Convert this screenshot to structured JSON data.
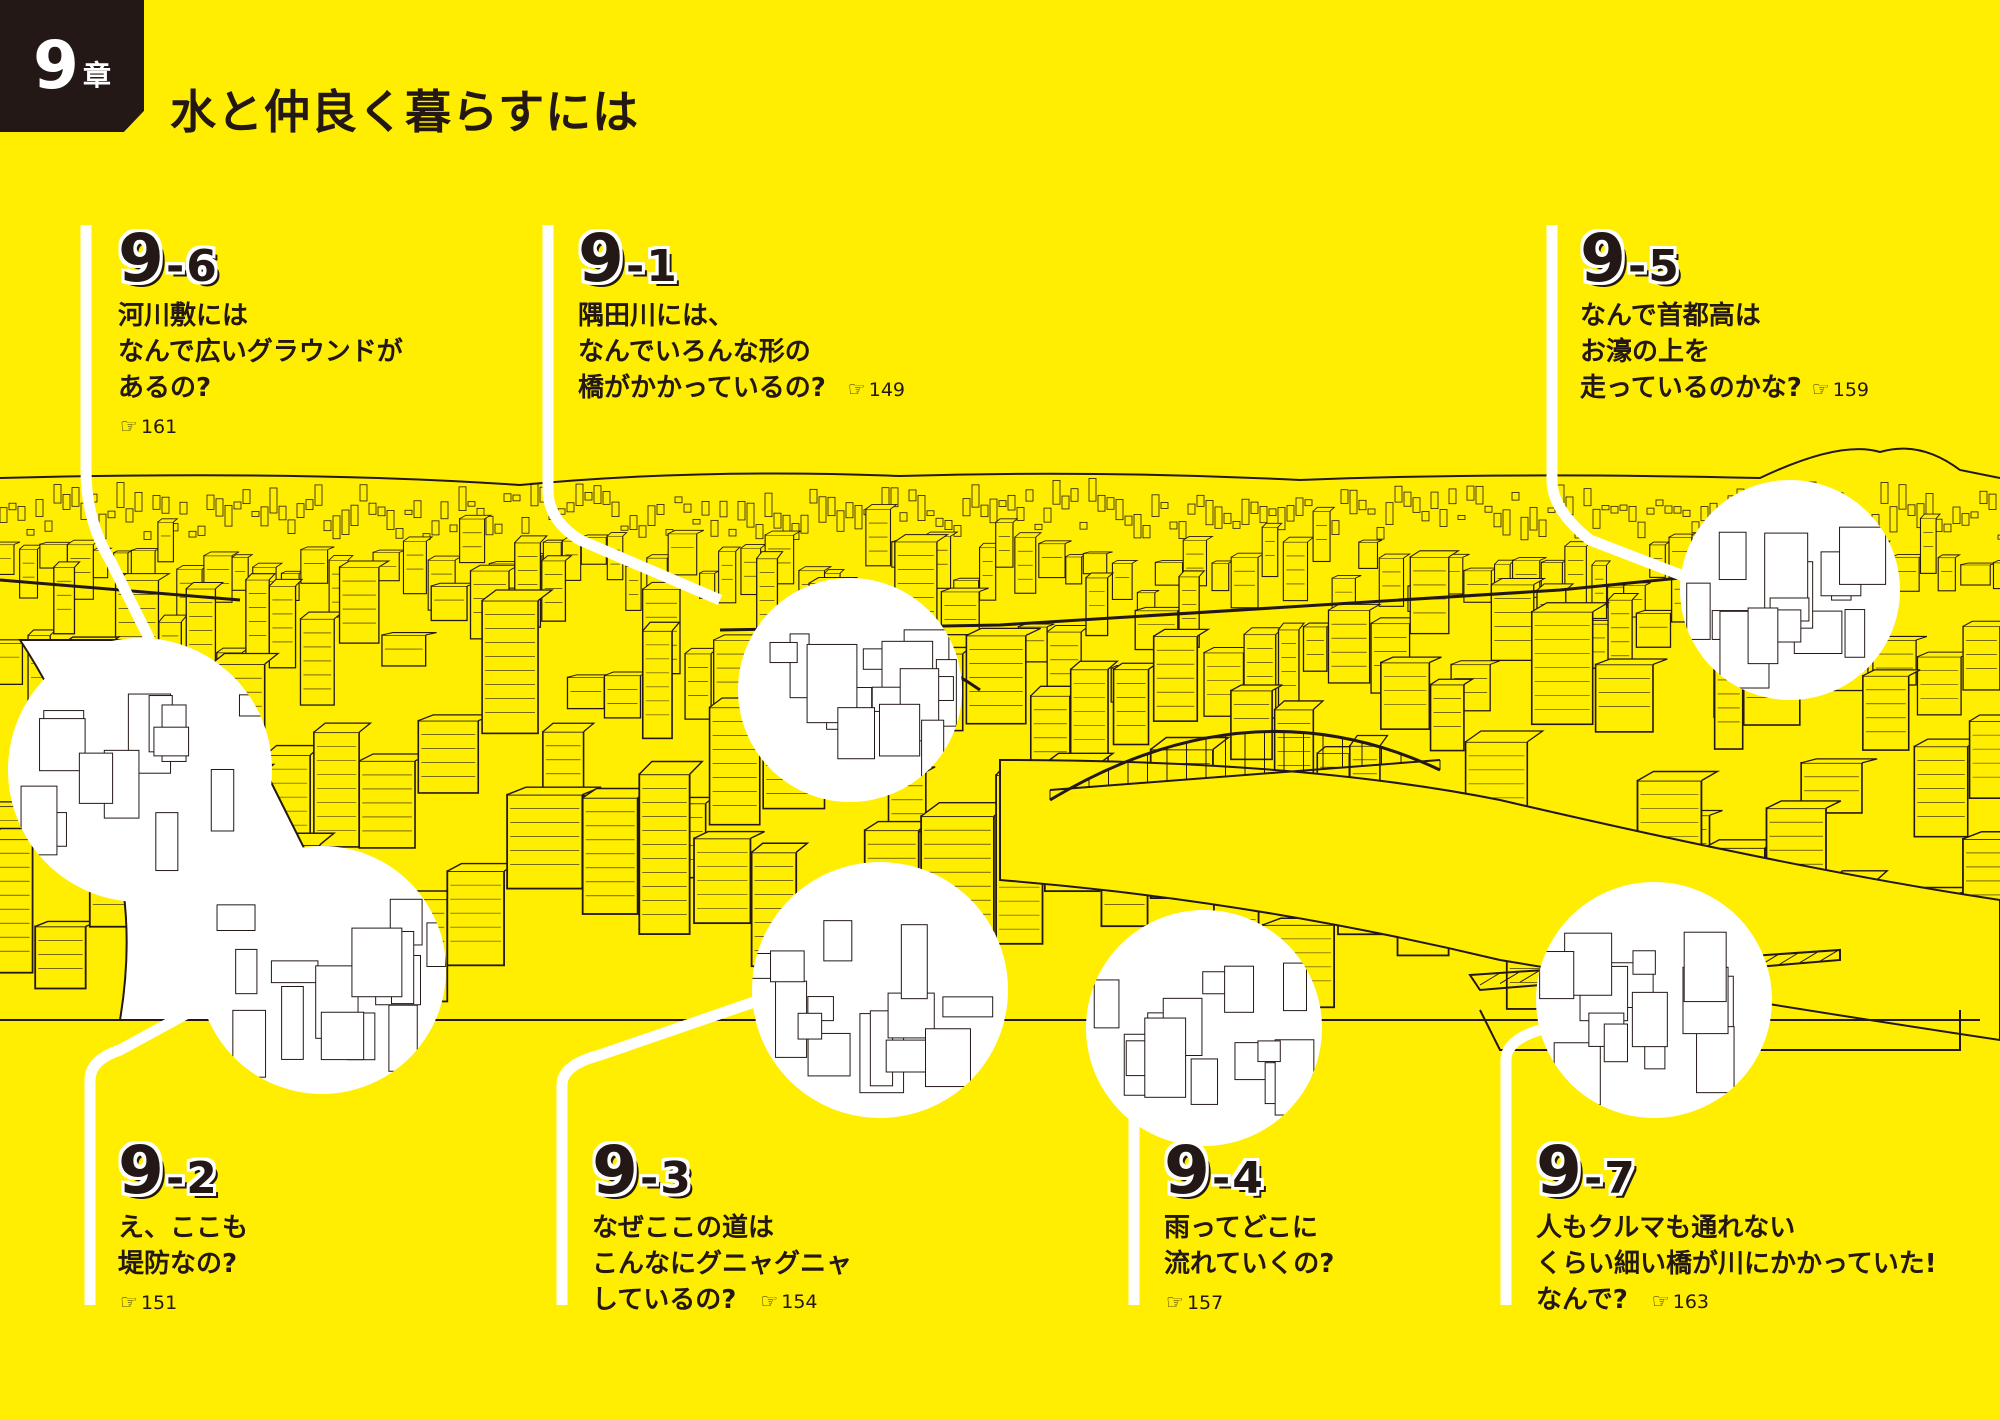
{
  "chapter": {
    "number": "9",
    "suffix": "章",
    "title": "水と仲良く暮らすには"
  },
  "pointer_icon": "☞",
  "callouts": {
    "c96": {
      "id_main": "9",
      "id_sub": "6",
      "lines": [
        "河川敷には",
        "なんで広いグラウンドが",
        "あるの?"
      ],
      "page": "161"
    },
    "c91": {
      "id_main": "9",
      "id_sub": "1",
      "lines": [
        "隅田川には、",
        "なんでいろんな形の",
        "橋がかかっているの?"
      ],
      "page": "149"
    },
    "c95": {
      "id_main": "9",
      "id_sub": "5",
      "lines": [
        "なんで首都高は",
        "お濠の上を",
        "走っているのかな?"
      ],
      "page": "159"
    },
    "c92": {
      "id_main": "9",
      "id_sub": "2",
      "lines": [
        "え、ここも",
        "堤防なの?"
      ],
      "page": "151"
    },
    "c93": {
      "id_main": "9",
      "id_sub": "3",
      "lines": [
        "なぜここの道は",
        "こんなにグニャグニャ",
        "しているの?"
      ],
      "page": "154"
    },
    "c94": {
      "id_main": "9",
      "id_sub": "4",
      "lines": [
        "雨ってどこに",
        "流れていくの?"
      ],
      "page": "157"
    },
    "c97": {
      "id_main": "9",
      "id_sub": "7",
      "lines": [
        "人もクルマも通れない",
        "くらい細い橋が川にかかっていた!",
        "なんで?"
      ],
      "page": "163"
    }
  }
}
